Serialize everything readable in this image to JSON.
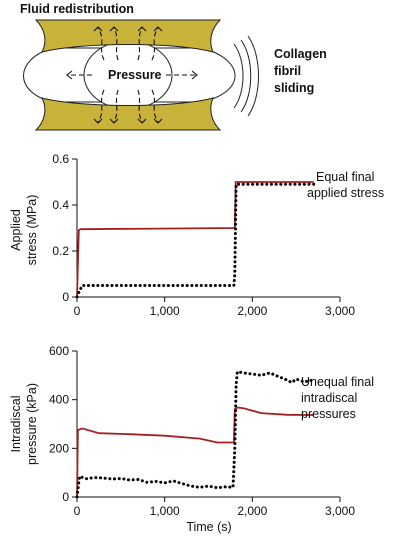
{
  "diagram": {
    "header": "Fluid redistribution",
    "center_label": "Pressure",
    "side_label": [
      "Collagen",
      "fibril",
      "sliding"
    ],
    "endplate_color": "#c8b23a"
  },
  "colors": {
    "red_series": "#a32020",
    "dotted_series": "#000000"
  },
  "chart_data": [
    {
      "type": "line",
      "ylabel": [
        "Applied",
        "stress (MPa)"
      ],
      "xlabel": "",
      "xlim": [
        0,
        3000
      ],
      "ylim": [
        0,
        0.6
      ],
      "xticks": [
        0,
        1000,
        2000,
        3000
      ],
      "xtick_labels": [
        "0",
        "1,000",
        "2,000",
        "3,000"
      ],
      "yticks": [
        0,
        0.2,
        0.4,
        0.6
      ],
      "ytick_labels": [
        "0",
        "0.2",
        "0.4",
        "0.6"
      ],
      "annotation": [
        "Equal final",
        "applied stress"
      ],
      "series": [
        {
          "style": "solid",
          "color": "#a32020",
          "x": [
            0,
            20,
            40,
            1800,
            1810,
            2700
          ],
          "y": [
            0,
            0.29,
            0.295,
            0.3,
            0.5,
            0.5
          ]
        },
        {
          "style": "dotted",
          "color": "#000000",
          "x": [
            0,
            20,
            60,
            1790,
            1800,
            1815,
            2700
          ],
          "y": [
            0,
            0.02,
            0.05,
            0.05,
            0.1,
            0.49,
            0.49
          ]
        }
      ]
    },
    {
      "type": "line",
      "ylabel": [
        "Intradiscal",
        "pressure (kPa)"
      ],
      "xlabel": "Time (s)",
      "xlim": [
        0,
        3000
      ],
      "ylim": [
        0,
        600
      ],
      "xticks": [
        0,
        1000,
        2000,
        3000
      ],
      "xtick_labels": [
        "0",
        "1,000",
        "2,000",
        "3,000"
      ],
      "yticks": [
        0,
        200,
        400,
        600
      ],
      "ytick_labels": [
        "0",
        "200",
        "400",
        "600"
      ],
      "annotation": [
        "Unequal final",
        "intradiscal",
        "pressures"
      ],
      "series": [
        {
          "style": "solid",
          "color": "#a32020",
          "x": [
            0,
            10,
            60,
            250,
            600,
            1000,
            1400,
            1600,
            1790,
            1800,
            1830,
            1900,
            2100,
            2400,
            2700
          ],
          "y": [
            0,
            275,
            282,
            262,
            258,
            252,
            240,
            224,
            224,
            360,
            368,
            365,
            345,
            338,
            337
          ]
        },
        {
          "style": "dotted",
          "color": "#000000",
          "x": [
            0,
            30,
            100,
            200,
            300,
            400,
            500,
            600,
            700,
            800,
            900,
            1000,
            1100,
            1200,
            1300,
            1400,
            1500,
            1600,
            1700,
            1780,
            1800,
            1815,
            1830,
            1900,
            2000,
            2100,
            2200,
            2300,
            2400,
            2450,
            2500,
            2550,
            2600,
            2650,
            2700
          ],
          "y": [
            0,
            85,
            75,
            80,
            78,
            74,
            76,
            70,
            72,
            60,
            64,
            58,
            66,
            55,
            45,
            40,
            45,
            38,
            42,
            40,
            200,
            460,
            515,
            510,
            505,
            500,
            510,
            495,
            480,
            470,
            485,
            478,
            472,
            480,
            478
          ]
        }
      ]
    }
  ]
}
